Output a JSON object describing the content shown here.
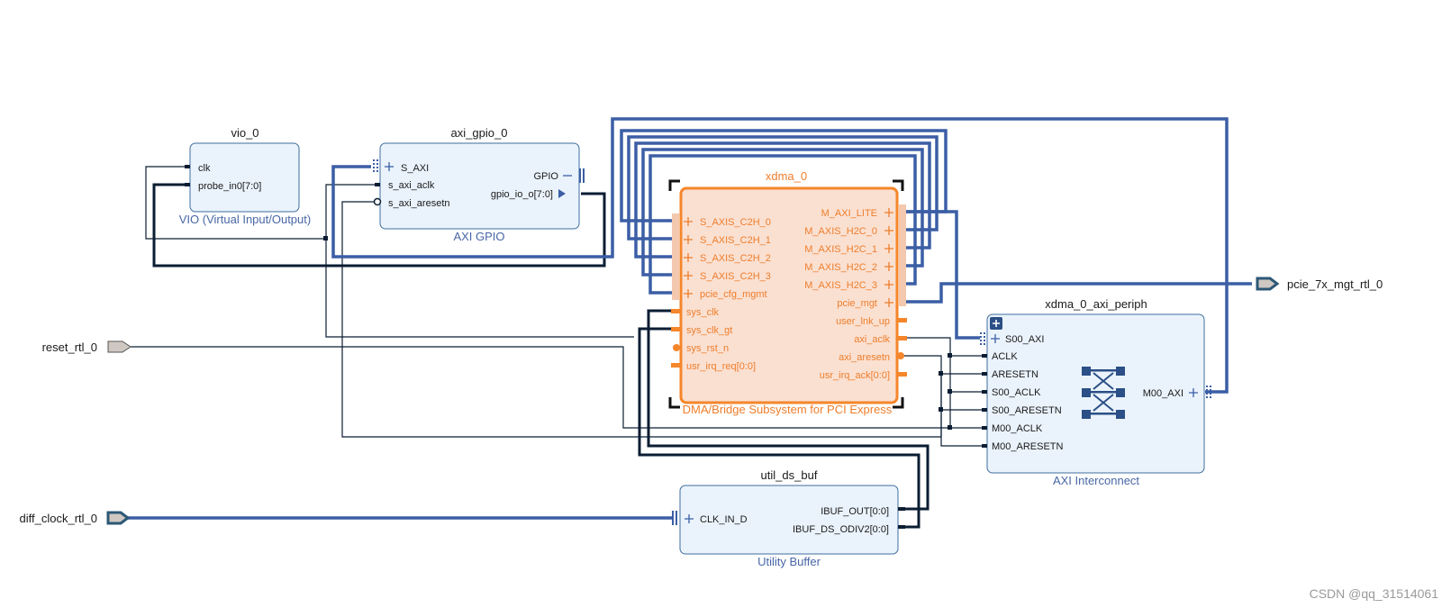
{
  "colors": {
    "block_fill": "#eaf3fc",
    "block_stroke": "#3f6e9e",
    "xdma_fill": "#fae0d1",
    "xdma_stroke": "#f5862b",
    "xdma_text": "#ee7d2b",
    "bus": "#3b5ea5",
    "wire": "#0b1d33",
    "subtitle": "#4867a5",
    "port_fill": "#cfc8c2",
    "watermark": "#9a9a9a"
  },
  "external_ports": {
    "reset": "reset_rtl_0",
    "diff_clock": "diff_clock_rtl_0",
    "pcie": "pcie_7x_mgt_rtl_0"
  },
  "vio": {
    "instance": "vio_0",
    "subtitle": "VIO (Virtual Input/Output)",
    "ports": [
      "clk",
      "probe_in0[7:0]"
    ]
  },
  "gpio": {
    "instance": "axi_gpio_0",
    "subtitle": "AXI GPIO",
    "ports_left": [
      "S_AXI",
      "s_axi_aclk",
      "s_axi_aresetn"
    ],
    "ports_right": [
      "GPIO",
      "gpio_io_o[7:0]"
    ]
  },
  "xdma": {
    "instance": "xdma_0",
    "subtitle": "DMA/Bridge Subsystem for PCI Express",
    "ports_left": [
      "S_AXIS_C2H_0",
      "S_AXIS_C2H_1",
      "S_AXIS_C2H_2",
      "S_AXIS_C2H_3",
      "pcie_cfg_mgmt",
      "sys_clk",
      "sys_clk_gt",
      "sys_rst_n",
      "usr_irq_req[0:0]"
    ],
    "ports_right": [
      "M_AXI_LITE",
      "M_AXIS_H2C_0",
      "M_AXIS_H2C_1",
      "M_AXIS_H2C_2",
      "M_AXIS_H2C_3",
      "pcie_mgt",
      "user_lnk_up",
      "axi_aclk",
      "axi_aresetn",
      "usr_irq_ack[0:0]"
    ]
  },
  "periph": {
    "instance": "xdma_0_axi_periph",
    "subtitle": "AXI Interconnect",
    "ports_left": [
      "S00_AXI",
      "ACLK",
      "ARESETN",
      "S00_ACLK",
      "S00_ARESETN",
      "M00_ACLK",
      "M00_ARESETN"
    ],
    "ports_right": [
      "M00_AXI"
    ]
  },
  "buf": {
    "instance": "util_ds_buf",
    "subtitle": "Utility Buffer",
    "ports_left": [
      "CLK_IN_D"
    ],
    "ports_right": [
      "IBUF_OUT[0:0]",
      "IBUF_DS_ODIV2[0:0]"
    ]
  },
  "watermark": "CSDN @qq_31514061"
}
